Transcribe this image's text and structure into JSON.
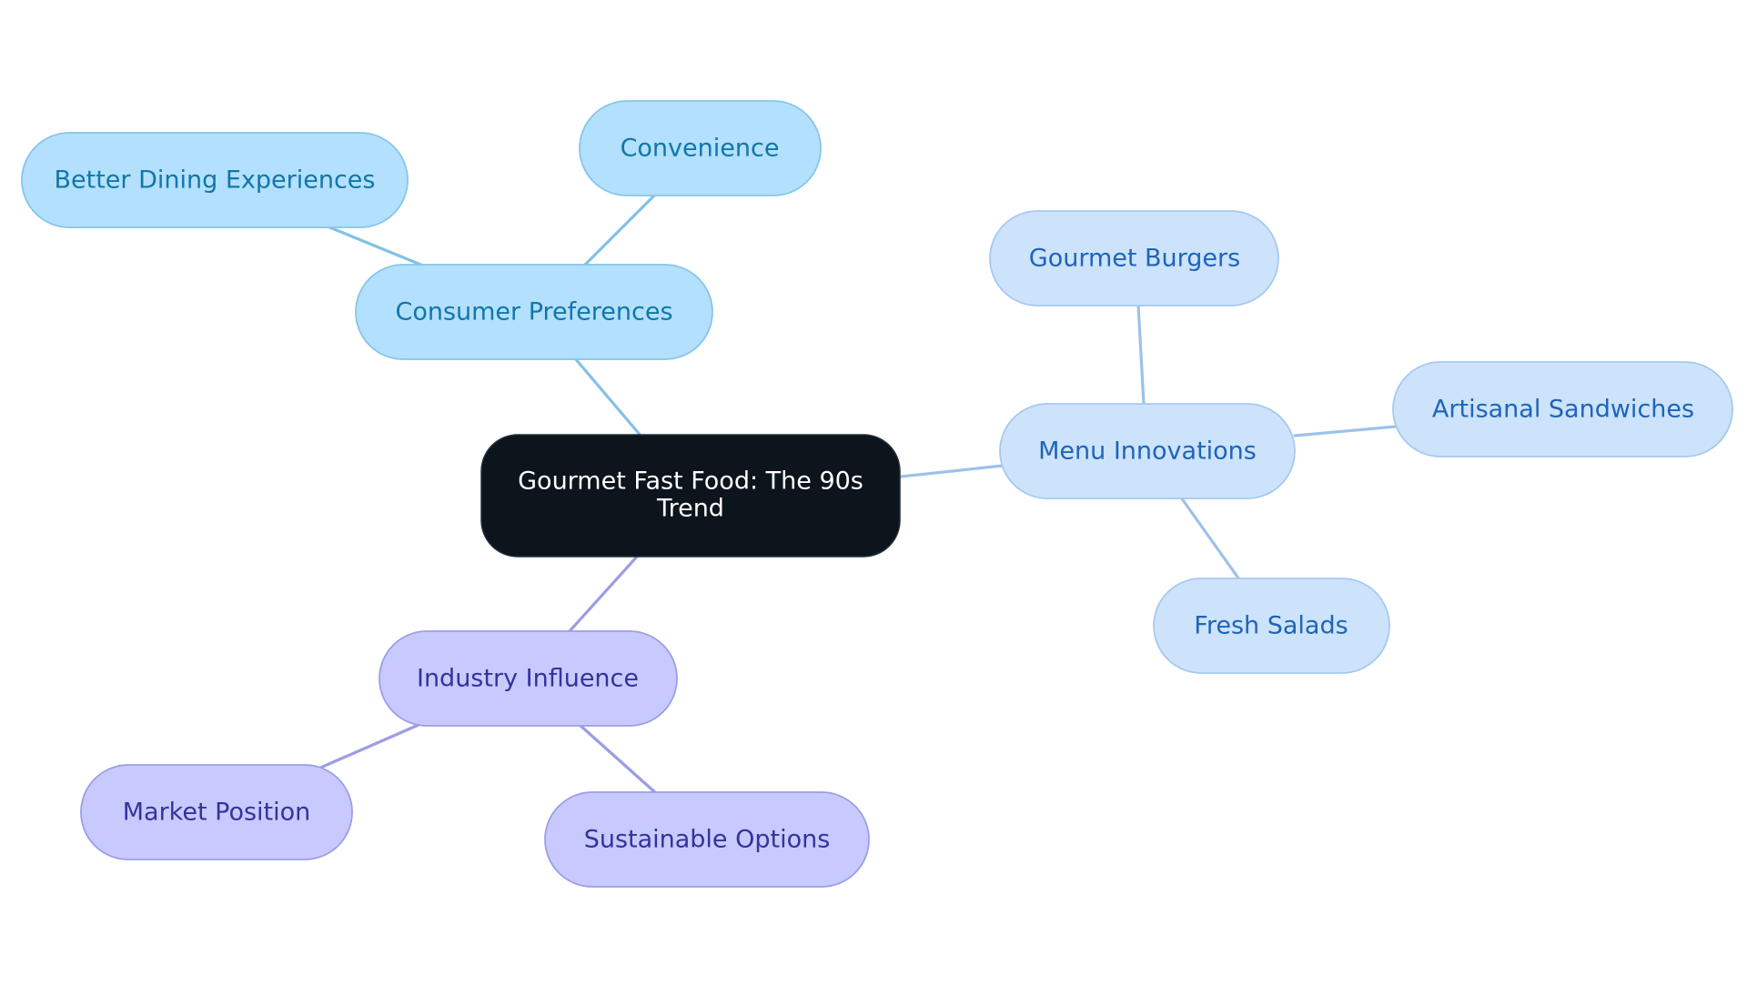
{
  "colors": {
    "background": "#ffffff",
    "root_fill": "#0c141c",
    "root_text": "#ffffff",
    "consumer_fill": "#b3e0fd",
    "consumer_stroke": "#86c6ea",
    "consumer_text": "#1177aa",
    "consumer_edge": "#84c1e6",
    "menu_fill": "#cce3fb",
    "menu_stroke": "#a7c9ee",
    "menu_text": "#1f64b8",
    "menu_edge": "#9cc2ea",
    "industry_fill": "#c8caff",
    "industry_stroke": "#9c9ee6",
    "industry_text": "#35329c",
    "industry_edge": "#9c9de3"
  },
  "diagram": {
    "root": {
      "lines": [
        "Gourmet Fast Food: The 90s",
        "Trend"
      ]
    },
    "branches": [
      {
        "label": "Consumer Preferences",
        "theme": "consumer",
        "children": [
          "Convenience",
          "Better Dining Experiences"
        ]
      },
      {
        "label": "Menu Innovations",
        "theme": "menu",
        "children": [
          "Gourmet Burgers",
          "Artisanal Sandwiches",
          "Fresh Salads"
        ]
      },
      {
        "label": "Industry Influence",
        "theme": "industry",
        "children": [
          "Market Position",
          "Sustainable Options"
        ]
      }
    ]
  }
}
